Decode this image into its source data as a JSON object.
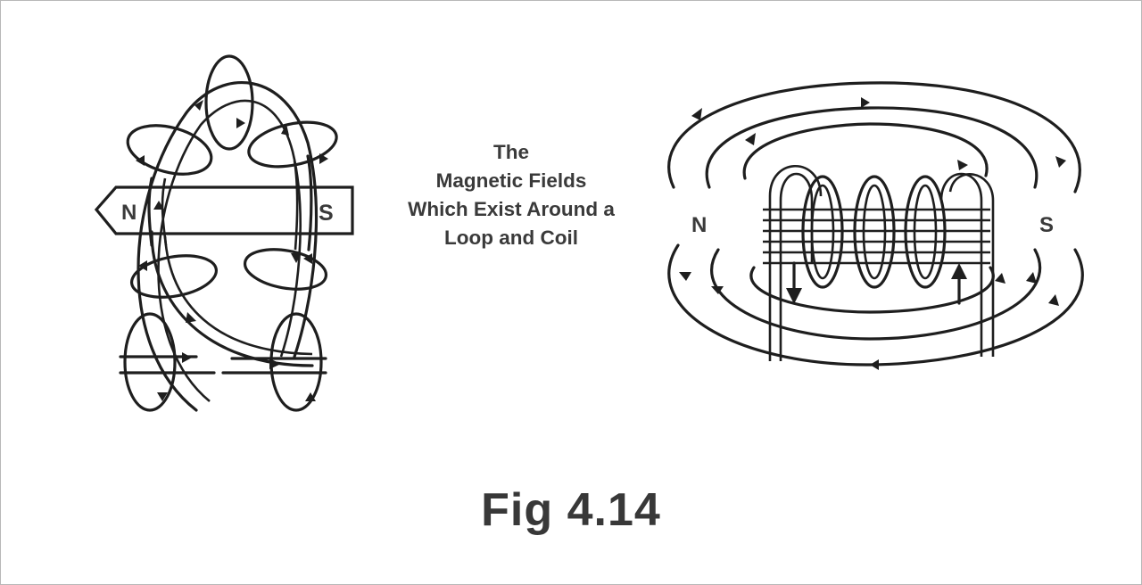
{
  "caption": {
    "line1": "The",
    "line2": "Magnetic Fields",
    "line3": "Which Exist Around a",
    "line4": "Loop and Coil"
  },
  "figure_number": "Fig 4.14",
  "loop_diagram": {
    "north_label": "N",
    "south_label": "S"
  },
  "coil_diagram": {
    "north_label": "N",
    "south_label": "S"
  },
  "colors": {
    "ink": "#1e1e1e",
    "text": "#3a3a3a",
    "background": "#ffffff",
    "border": "#b8b8b8"
  }
}
